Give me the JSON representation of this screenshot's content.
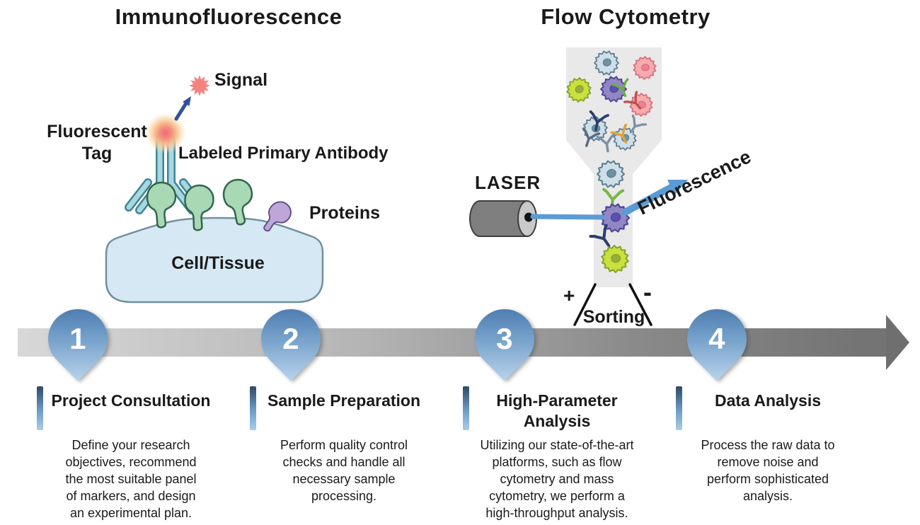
{
  "if_section": {
    "title": "Immunofluorescence",
    "signal_label": "Signal",
    "fluorescent_tag_label": "Fluorescent\nTag",
    "antibody_label": "Labeled Primary Antibody",
    "proteins_label": "Proteins",
    "cell_label": "Cell/Tissue"
  },
  "fc_section": {
    "title": "Flow Cytometry",
    "laser_label": "LASER",
    "fluorescence_label": "Fluorescence",
    "sorting_label": "Sorting",
    "sort_positive": "+",
    "sort_negative": "-"
  },
  "timeline": {
    "steps": [
      {
        "number": "1",
        "title": "Project Consultation",
        "description": "Define your research objectives, recommend the most suitable panel of markers, and design an experimental plan."
      },
      {
        "number": "2",
        "title": "Sample Preparation",
        "description": "Perform quality control checks and handle all necessary sample processing."
      },
      {
        "number": "3",
        "title": "High-Parameter Analysis",
        "description": "Utilizing our state-of-the-art platforms, such as flow cytometry and mass cytometry, we perform a high-throughput analysis."
      },
      {
        "number": "4",
        "title": "Data Analysis",
        "description": "Process the raw data to remove noise and perform sophisticated analysis."
      }
    ]
  },
  "colors": {
    "pin_blue_dark": "#3f6ea5",
    "pin_blue_light": "#b9d3ec",
    "beam_blue": "#5b9bd5",
    "arrow_navy": "#31519b",
    "signal_red": "#f4837f",
    "timeline_gray_dark": "#6f6f6f",
    "timeline_gray_light": "#d8d8d8",
    "funnel_gray": "#e9e9e9",
    "cell_tissue_blue": "#d6e8f3",
    "protein_green": "#a8d8b4",
    "protein_purple": "#bfa6d8",
    "antibody_blue": "#a7d7e0"
  }
}
